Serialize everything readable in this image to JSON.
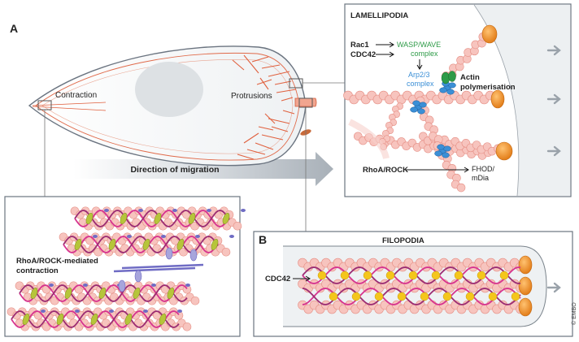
{
  "panel_a": {
    "letter": "A",
    "contraction_label": "Contraction",
    "protrusions_label": "Protrusions",
    "migration_label": "Direction of migration"
  },
  "lamellipodia": {
    "title": "LAMELLIPODIA",
    "rac1": "Rac1",
    "cdc42": "CDC42",
    "wasp_line1": "WASP/WAVE",
    "wasp_line2": "complex",
    "arp_line1": "Arp2/3",
    "arp_line2": "complex",
    "actin_line1": "Actin",
    "actin_line2": "polymerisation",
    "rhoa": "RhoA/ROCK",
    "fhod_line1": "FHOD/",
    "fhod_line2": "mDia"
  },
  "contraction_panel": {
    "label_line1": "RhoA/ROCK-mediated",
    "label_line2": "contraction"
  },
  "panel_b": {
    "letter": "B",
    "title": "FILOPODIA",
    "cdc42": "CDC42"
  },
  "credit": "© EMBO",
  "colors": {
    "actin_fill": "#f7c4be",
    "actin_stroke": "#e58e84",
    "orange_tip": "#f08a1c",
    "arp_blue": "#3b8fd6",
    "wasp_green": "#2e9b48",
    "myosin_magenta": "#d6338f",
    "myosin_purple": "#6f6cc4",
    "fascin_yellow": "#f4c61c",
    "linker_green": "#b6c53a"
  }
}
